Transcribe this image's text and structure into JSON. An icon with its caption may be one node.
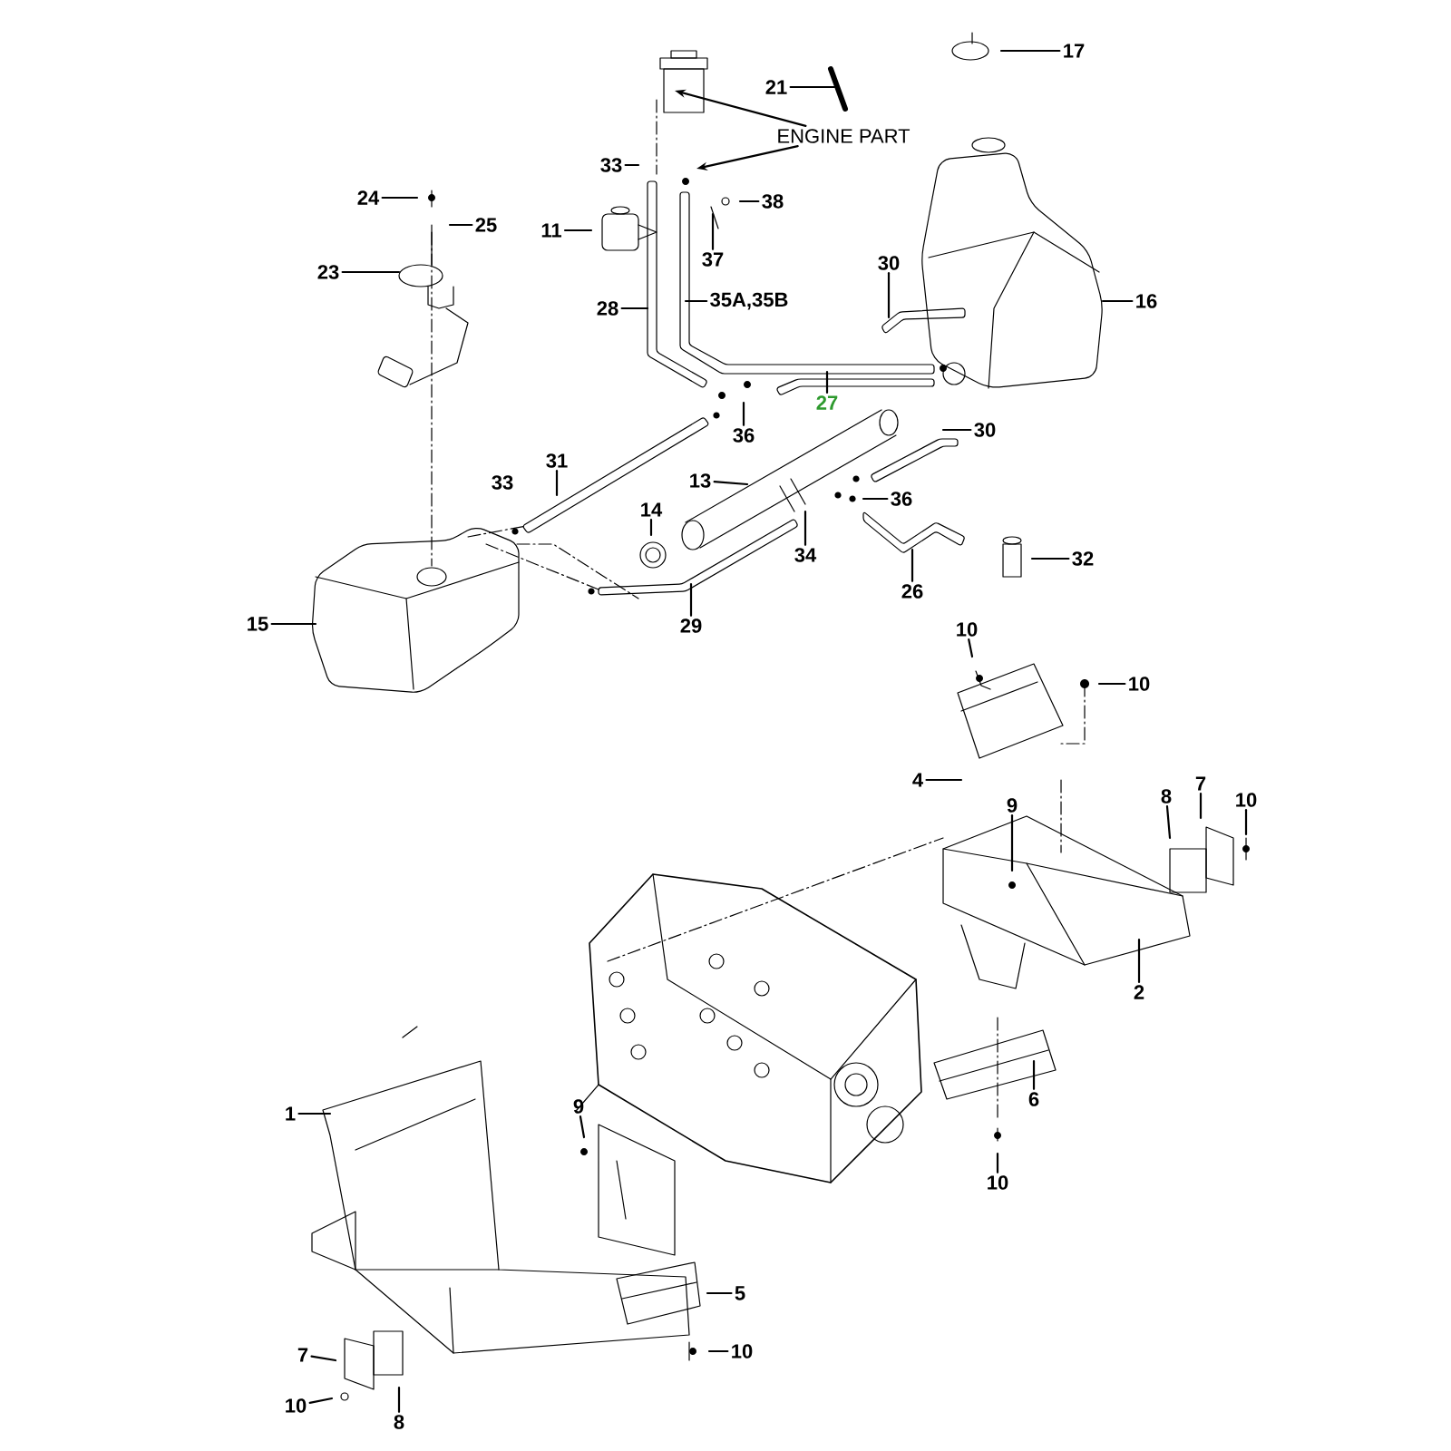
{
  "diagram": {
    "nodes": [
      {
        "text": [
          "17"
        ]
      },
      {
        "text": [
          "21"
        ]
      },
      {
        "text": [
          "ENGINE PART"
        ]
      },
      {
        "text": [
          "33"
        ]
      },
      {
        "text": [
          "38"
        ]
      },
      {
        "text": [
          "24"
        ]
      },
      {
        "text": [
          "25"
        ]
      },
      {
        "text": [
          "11"
        ]
      },
      {
        "text": [
          "37"
        ]
      },
      {
        "text": [
          "23"
        ]
      },
      {
        "text": [
          "30"
        ]
      },
      {
        "text": [
          "16"
        ]
      },
      {
        "text": [
          "28"
        ]
      },
      {
        "text": [
          "35A,35B"
        ]
      },
      {
        "text": [
          "27"
        ]
      },
      {
        "text": [
          "36"
        ]
      },
      {
        "text": [
          "30"
        ]
      },
      {
        "text": [
          "31"
        ]
      },
      {
        "text": [
          "13"
        ]
      },
      {
        "text": [
          "14"
        ]
      },
      {
        "text": [
          "36"
        ]
      },
      {
        "text": [
          "34"
        ]
      },
      {
        "text": [
          "32"
        ]
      },
      {
        "text": [
          "26"
        ]
      },
      {
        "text": [
          "15"
        ]
      },
      {
        "text": [
          "29"
        ]
      },
      {
        "text": [
          "10"
        ]
      },
      {
        "text": [
          "10"
        ]
      },
      {
        "text": [
          "4"
        ]
      },
      {
        "text": [
          "9"
        ]
      },
      {
        "text": [
          "8"
        ]
      },
      {
        "text": [
          "7"
        ]
      },
      {
        "text": [
          "10"
        ]
      },
      {
        "text": [
          "2"
        ]
      },
      {
        "text": [
          "6"
        ]
      },
      {
        "text": [
          "10"
        ]
      },
      {
        "text": [
          "1"
        ]
      },
      {
        "text": [
          "9"
        ]
      },
      {
        "text": [
          "5"
        ]
      },
      {
        "text": [
          "10"
        ]
      },
      {
        "text": [
          "7"
        ]
      },
      {
        "text": [
          "10"
        ]
      },
      {
        "text": [
          "8"
        ]
      }
    ],
    "edges": [
      {
        "from": 0,
        "to": null,
        "arrow": "none"
      },
      {
        "from": 1,
        "to": null,
        "arrow": "none"
      },
      {
        "from": 2,
        "to": null,
        "arrow": "to"
      },
      {
        "from": 2,
        "to": null,
        "arrow": "to"
      },
      {
        "from": 3,
        "to": null,
        "arrow": "none"
      },
      {
        "from": 4,
        "to": null,
        "arrow": "none"
      },
      {
        "from": 5,
        "to": null,
        "arrow": "none"
      },
      {
        "from": 6,
        "to": null,
        "arrow": "none"
      },
      {
        "from": 7,
        "to": null,
        "arrow": "none"
      },
      {
        "from": 8,
        "to": null,
        "arrow": "none"
      },
      {
        "from": 9,
        "to": null,
        "arrow": "none"
      },
      {
        "from": 10,
        "to": null,
        "arrow": "none"
      },
      {
        "from": 11,
        "to": null,
        "arrow": "none"
      },
      {
        "from": 12,
        "to": null,
        "arrow": "none"
      },
      {
        "from": 13,
        "to": null,
        "arrow": "none"
      },
      {
        "from": 14,
        "to": null,
        "arrow": "none"
      },
      {
        "from": 15,
        "to": null,
        "arrow": "none"
      },
      {
        "from": 16,
        "to": null,
        "arrow": "none"
      },
      {
        "from": 17,
        "to": null,
        "arrow": "none"
      },
      {
        "from": 18,
        "to": null,
        "arrow": "none"
      },
      {
        "from": 19,
        "to": null,
        "arrow": "none"
      },
      {
        "from": 20,
        "to": null,
        "arrow": "none"
      },
      {
        "from": 21,
        "to": null,
        "arrow": "none"
      },
      {
        "from": 22,
        "to": null,
        "arrow": "none"
      },
      {
        "from": 23,
        "to": null,
        "arrow": "none"
      },
      {
        "from": 24,
        "to": null,
        "arrow": "none"
      },
      {
        "from": 25,
        "to": null,
        "arrow": "none"
      },
      {
        "from": 26,
        "to": null,
        "arrow": "none"
      },
      {
        "from": 27,
        "to": null,
        "arrow": "none"
      },
      {
        "from": 28,
        "to": null,
        "arrow": "none"
      },
      {
        "from": 29,
        "to": null,
        "arrow": "none"
      },
      {
        "from": 30,
        "to": null,
        "arrow": "none"
      },
      {
        "from": 31,
        "to": null,
        "arrow": "none"
      },
      {
        "from": 32,
        "to": null,
        "arrow": "none"
      },
      {
        "from": 33,
        "to": null,
        "arrow": "none"
      },
      {
        "from": 34,
        "to": null,
        "arrow": "none"
      },
      {
        "from": 35,
        "to": null,
        "arrow": "none"
      },
      {
        "from": 36,
        "to": null,
        "arrow": "none"
      },
      {
        "from": 37,
        "to": null,
        "arrow": "none"
      },
      {
        "from": 38,
        "to": null,
        "arrow": "none"
      },
      {
        "from": 39,
        "to": null,
        "arrow": "none"
      },
      {
        "from": 40,
        "to": null,
        "arrow": "none"
      },
      {
        "from": 41,
        "to": null,
        "arrow": "none"
      },
      {
        "from": 42,
        "to": null,
        "arrow": "none"
      }
    ],
    "labels": [
      "33"
    ]
  }
}
